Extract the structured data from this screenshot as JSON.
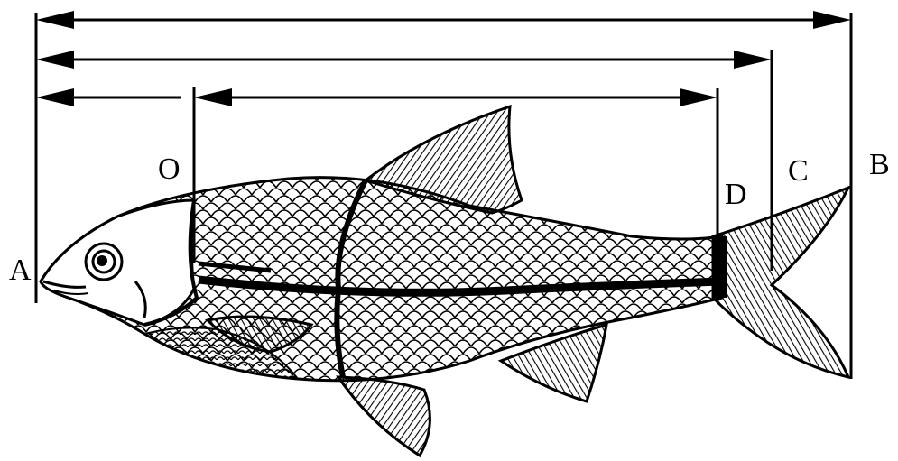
{
  "labels": {
    "a": "A",
    "o": "O",
    "b": "B",
    "c": "C",
    "d": "D"
  },
  "colors": {
    "ink": "#000000",
    "paper": "#ffffff"
  },
  "icons": [
    "arrow-head-left",
    "arrow-head-right",
    "fish-illustration"
  ]
}
